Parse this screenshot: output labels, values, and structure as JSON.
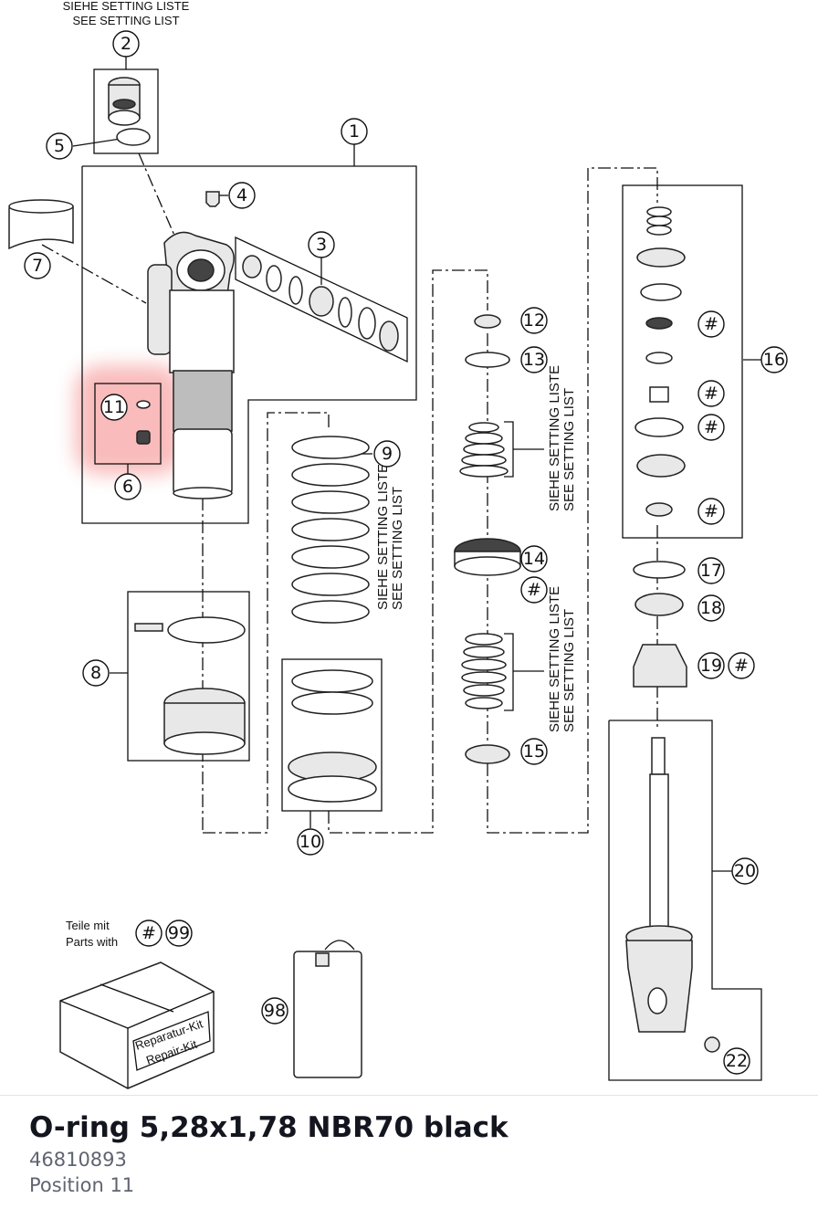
{
  "diagram": {
    "setting_note": {
      "de": "SIEHE SETTING LISTE",
      "en": "SEE SETTING LIST"
    },
    "repair_kit": {
      "de": "Reparatur-Kit",
      "en": "Repair-Kit"
    },
    "parts_with": {
      "de": "Teile mit",
      "en": "Parts with"
    },
    "callouts": {
      "c1": "1",
      "c2": "2",
      "c3": "3",
      "c4": "4",
      "c5": "5",
      "c6": "6",
      "c7": "7",
      "c8": "8",
      "c9": "9",
      "c10": "10",
      "c11": "11",
      "c12": "12",
      "c13": "13",
      "c14": "14",
      "c15": "15",
      "c16": "16",
      "c17": "17",
      "c18": "18",
      "c19": "19",
      "c20": "20",
      "c22": "22",
      "c98": "98",
      "c99": "99",
      "hash": "#"
    },
    "highlight_color": "#f26b6b"
  },
  "part": {
    "title": "O-ring 5,28x1,78 NBR70 black",
    "number": "46810893",
    "position": "Position 11"
  }
}
